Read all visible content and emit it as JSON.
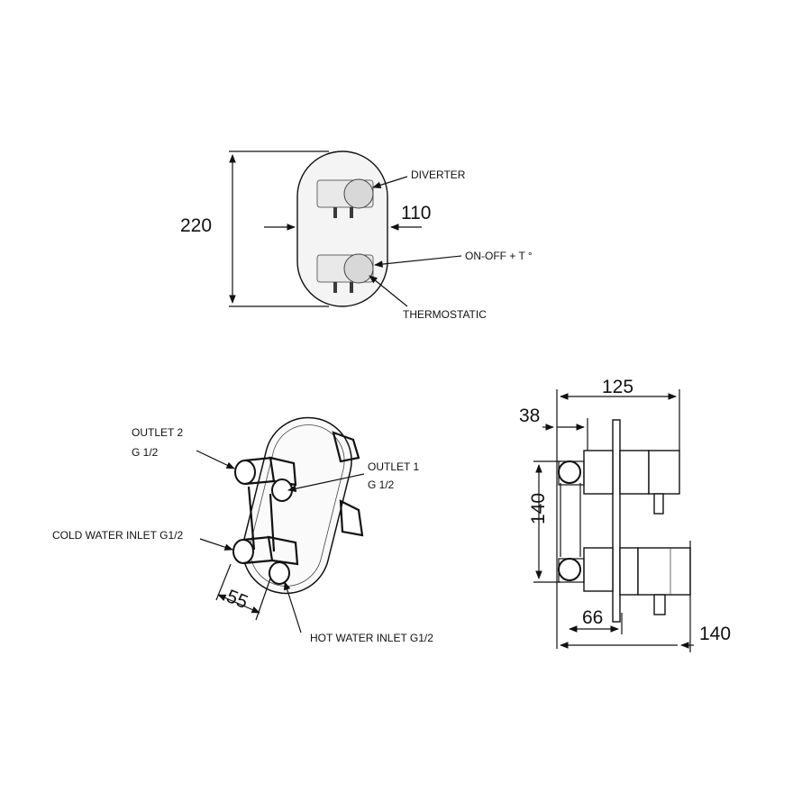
{
  "front_view": {
    "dim_height": "220",
    "dim_width": "110",
    "label_diverter": "DIVERTER",
    "label_on_off": "ON-OFF + T °",
    "label_thermostatic": "THERMOSTATIC"
  },
  "rear_view": {
    "label_outlet2_line1": "OUTLET 2",
    "label_outlet2_line2": "G 1/2",
    "label_outlet1_line1": "OUTLET 1",
    "label_outlet1_line2": "G 1/2",
    "label_cold_inlet": "COLD WATER INLET G1/2",
    "label_hot_inlet": "HOT WATER INLET G1/2",
    "dim_spacing": "55"
  },
  "side_view": {
    "dim_total_depth": "125",
    "dim_body_depth": "38",
    "dim_inlet_spacing": "140",
    "dim_min_depth": "66",
    "dim_max_depth": "140"
  }
}
